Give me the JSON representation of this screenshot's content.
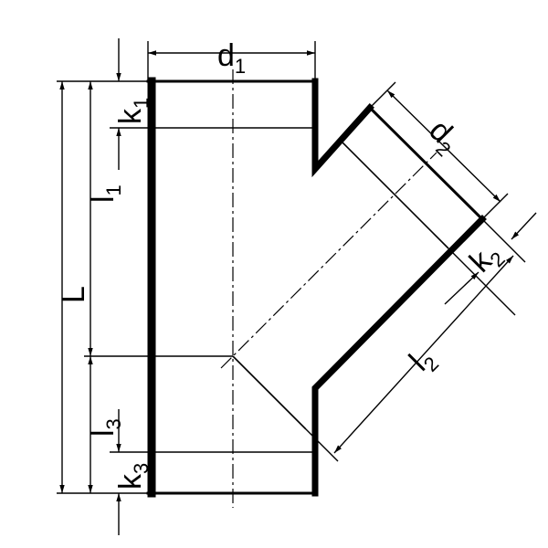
{
  "drawing": {
    "ink_color": "#000000",
    "labels": {
      "d1": {
        "main": "d",
        "sub": "1"
      },
      "d2": {
        "main": "d",
        "sub": "2"
      },
      "k1": {
        "main": "k",
        "sub": "1"
      },
      "k2": {
        "main": "k",
        "sub": "2"
      },
      "k3": {
        "main": "k",
        "sub": "3"
      },
      "l1": {
        "main": "l",
        "sub": "1"
      },
      "l2": {
        "main": "l",
        "sub": "2"
      },
      "l3": {
        "main": "l",
        "sub": "3"
      },
      "L": {
        "main": "L"
      }
    }
  }
}
